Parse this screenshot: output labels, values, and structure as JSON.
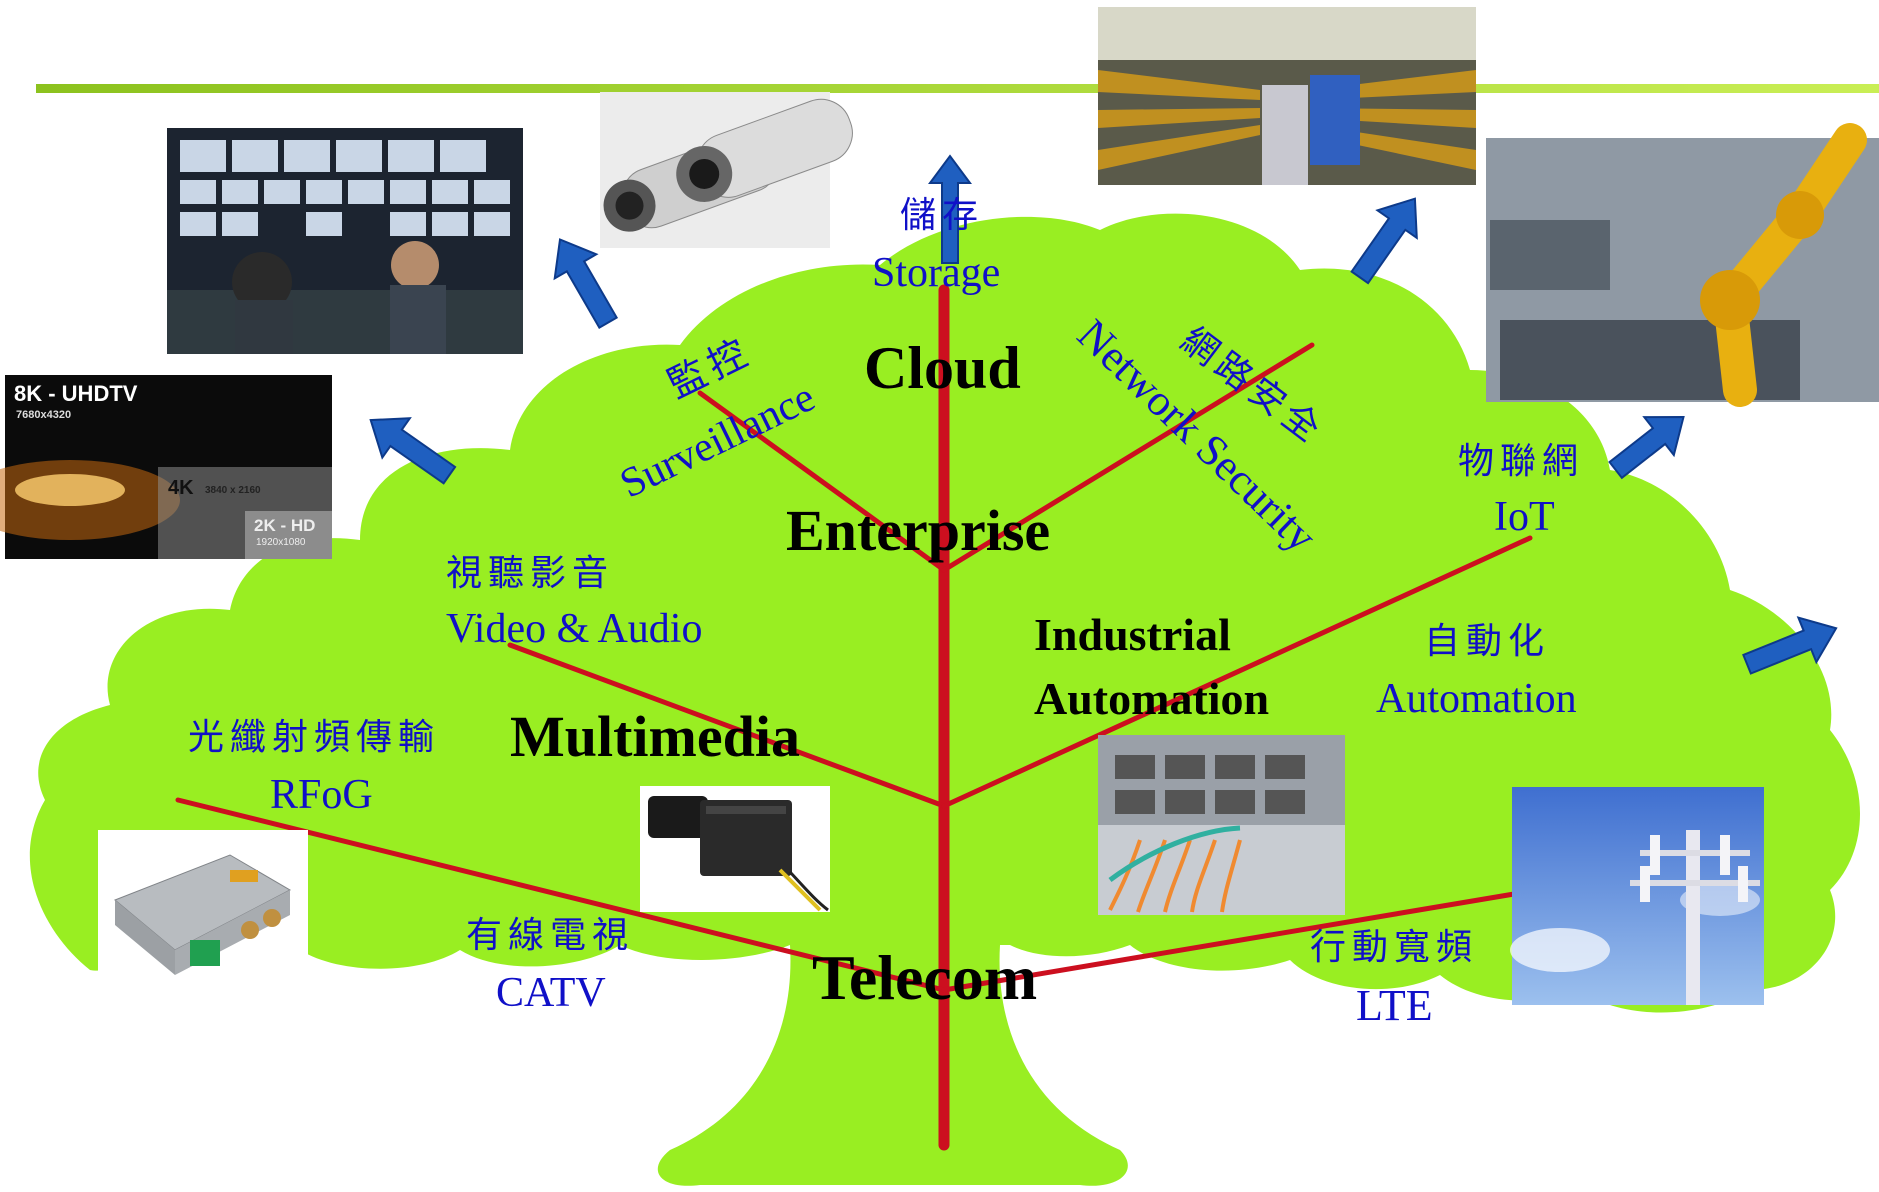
{
  "categories": {
    "cloud": "Cloud",
    "enterprise": "Enterprise",
    "industrial_line1": "Industrial",
    "industrial_line2": "Automation",
    "multimedia": "Multimedia",
    "telecom": "Telecom"
  },
  "labels": {
    "storage": {
      "zh": "儲存",
      "en": "Storage"
    },
    "surveillance": {
      "zh": "監控",
      "en": "Surveillance"
    },
    "network_security": {
      "zh": "網路安全",
      "en": "Network Security"
    },
    "iot": {
      "zh": "物聯網",
      "en": "IoT"
    },
    "video_audio": {
      "zh": "視聽影音",
      "en": "Video & Audio"
    },
    "automation": {
      "zh": "自動化",
      "en": "Automation"
    },
    "rfog": {
      "zh": "光纖射頻傳輸",
      "en": "RFoG"
    },
    "catv": {
      "zh": "有線電視",
      "en": "CATV"
    },
    "lte": {
      "zh": "行動寬頻",
      "en": "LTE"
    }
  },
  "uhdtv": {
    "title": "8K - UHDTV",
    "res_8k": "7680x4320",
    "title_4k": "4K",
    "res_4k": "3840 x 2160",
    "title_2k": "2K - HD",
    "res_2k": "1920x1080"
  },
  "colors": {
    "tree": "#99ee22",
    "branch": "#cc0f1f",
    "arrow": "#1f5fc0",
    "label_blue": "#1010c8",
    "top_rule": "#9acd32"
  },
  "icons": [
    "arrow-icon",
    "surveillance-camera-image",
    "control-room-image",
    "uhdtv-image",
    "data-center-image",
    "robot-arm-image",
    "broadcast-camera-image",
    "fiber-switch-image",
    "rfog-node-image",
    "cell-tower-image"
  ]
}
